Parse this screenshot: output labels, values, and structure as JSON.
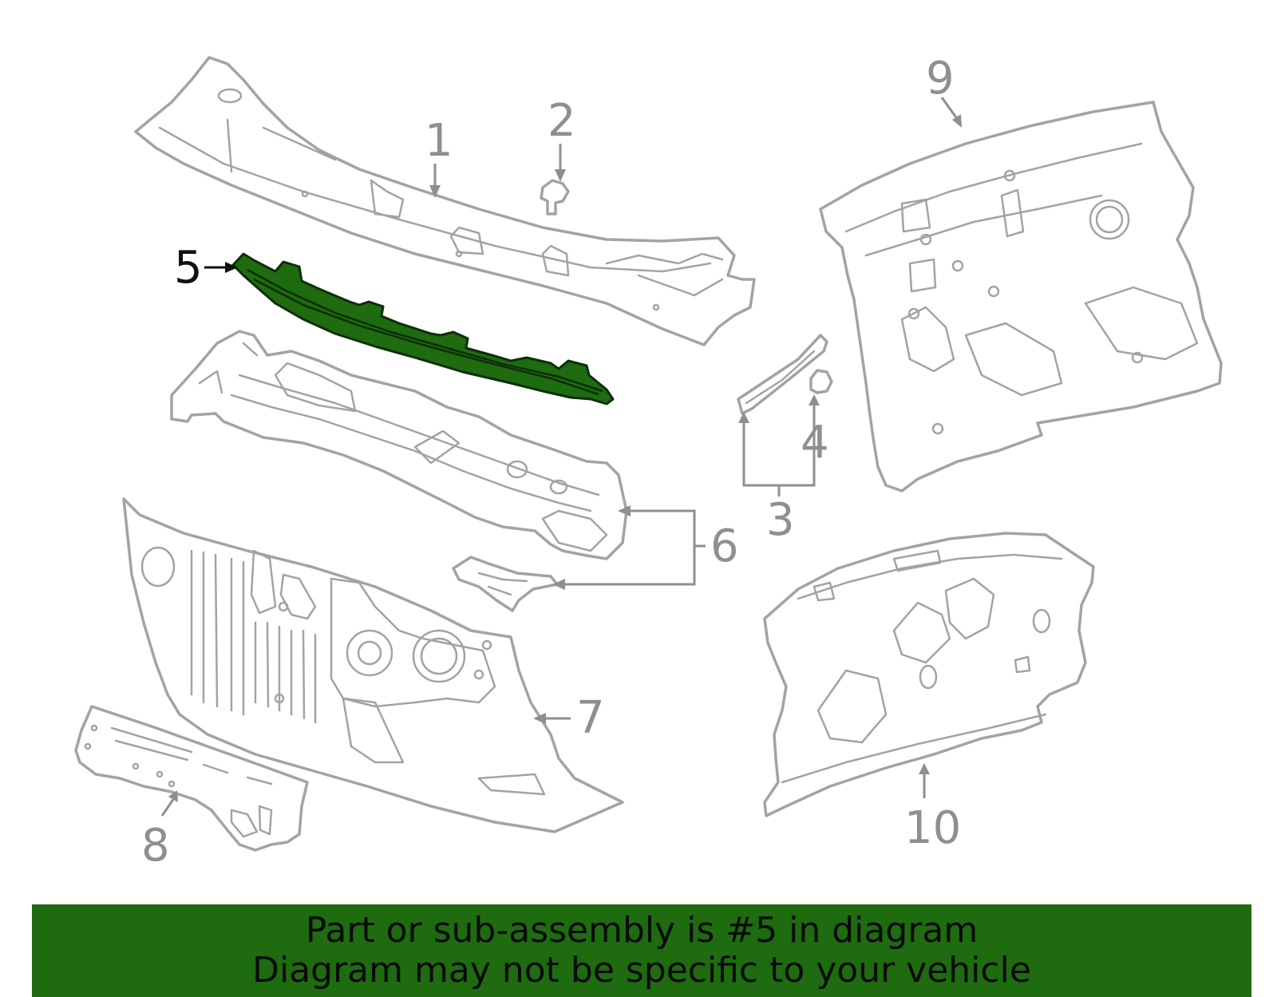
{
  "diagram": {
    "callouts": [
      {
        "id": "1",
        "label": "1"
      },
      {
        "id": "2",
        "label": "2"
      },
      {
        "id": "3",
        "label": "3"
      },
      {
        "id": "4",
        "label": "4"
      },
      {
        "id": "5",
        "label": "5",
        "highlighted": true
      },
      {
        "id": "6",
        "label": "6"
      },
      {
        "id": "7",
        "label": "7"
      },
      {
        "id": "8",
        "label": "8"
      },
      {
        "id": "9",
        "label": "9"
      },
      {
        "id": "10",
        "label": "10"
      }
    ],
    "highlighted_part": "5",
    "colors": {
      "highlight_fill": "#1e6b10",
      "highlight_stroke": "#0d2e07",
      "part_stroke": "#a3a3a3",
      "callout_text": "#8f8f8f",
      "active_callout_text": "#111111"
    }
  },
  "banner": {
    "line1": "Part or sub-assembly is #5 in diagram",
    "line2": "Diagram may not be specific to your vehicle",
    "background": "#1e6b10"
  }
}
